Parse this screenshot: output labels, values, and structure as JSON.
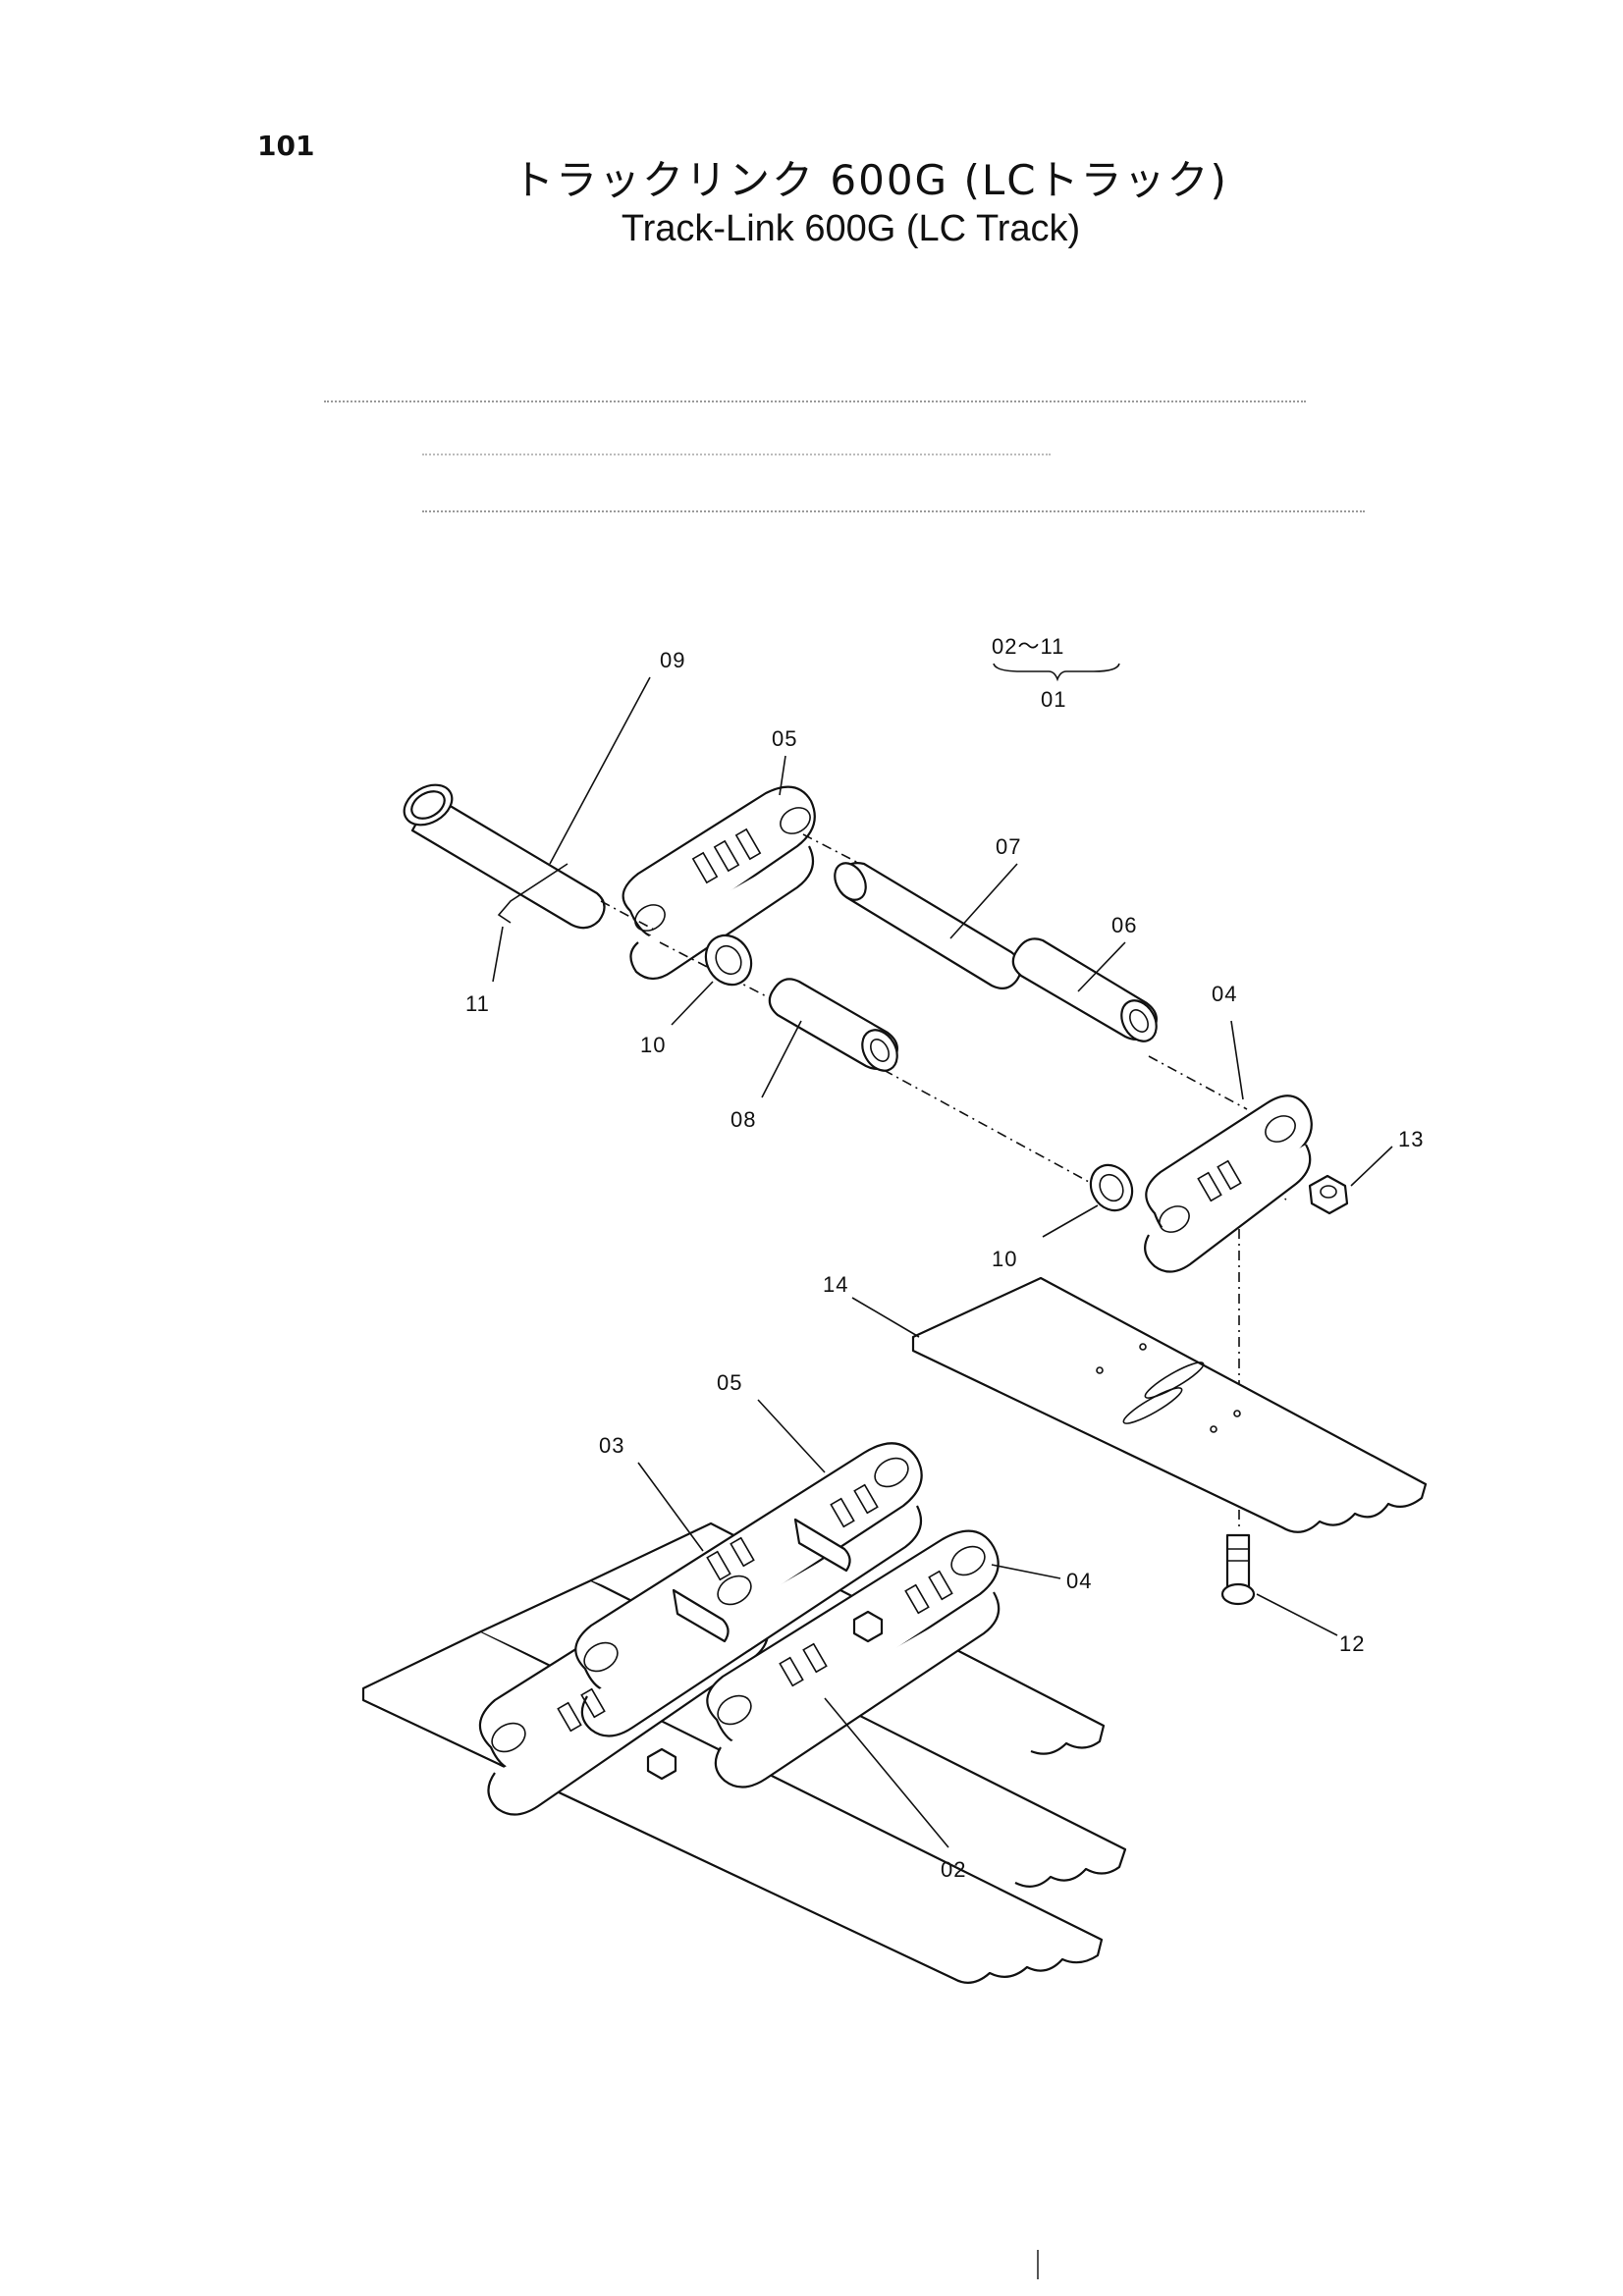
{
  "page": {
    "number": "101",
    "title_jp": "トラックリンク 600G (LCトラック)",
    "title_en": "Track-Link 600G (LC Track)"
  },
  "assembly": {
    "range_label": "02～11",
    "assembly_label": "01"
  },
  "callouts": {
    "c09": "09",
    "c05_top": "05",
    "c07": "07",
    "c06": "06",
    "c04_top": "04",
    "c13": "13",
    "c11": "11",
    "c10_left": "10",
    "c08": "08",
    "c10_right": "10",
    "c14": "14",
    "c05_bottom": "05",
    "c03": "03",
    "c04_bottom": "04",
    "c12": "12",
    "c02": "02"
  }
}
